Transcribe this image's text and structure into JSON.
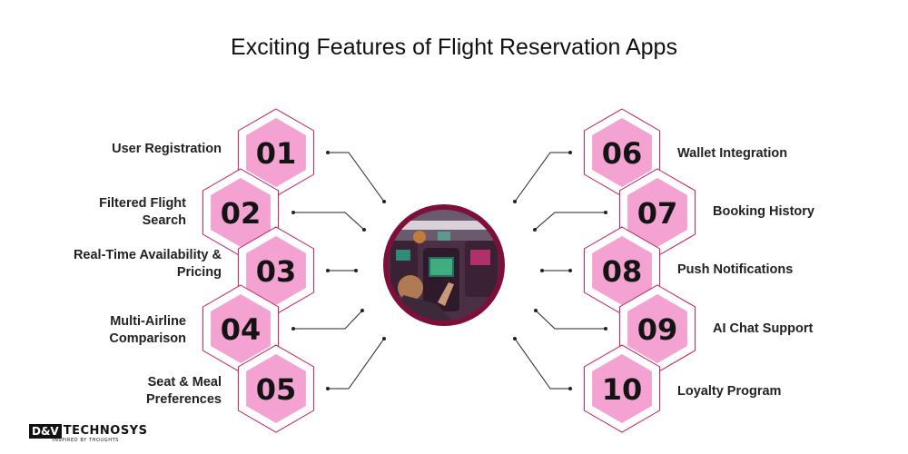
{
  "title": "Exciting Features of Flight Reservation Apps",
  "colors": {
    "hex_fill": "#f3a2d2",
    "hex_outline": "#c2185b",
    "photo_ring": "#7d0f3a",
    "connector": "#222222"
  },
  "features_left": [
    {
      "number": "01",
      "lines": [
        "User Registration"
      ]
    },
    {
      "number": "02",
      "lines": [
        "Filtered Flight",
        "Search"
      ]
    },
    {
      "number": "03",
      "lines": [
        "Real-Time Availability &",
        "Pricing"
      ]
    },
    {
      "number": "04",
      "lines": [
        "Multi-Airline",
        "Comparison"
      ]
    },
    {
      "number": "05",
      "lines": [
        "Seat & Meal",
        "Preferences"
      ]
    }
  ],
  "features_right": [
    {
      "number": "06",
      "lines": [
        "Wallet Integration"
      ]
    },
    {
      "number": "07",
      "lines": [
        "Booking History"
      ]
    },
    {
      "number": "08",
      "lines": [
        "Push Notifications"
      ]
    },
    {
      "number": "09",
      "lines": [
        "AI Chat Support"
      ]
    },
    {
      "number": "10",
      "lines": [
        "Loyalty Program"
      ]
    }
  ],
  "center_image": {
    "icon": "airplane-cabin-photo"
  },
  "logo": {
    "mark": "D&V",
    "name": "TECHNOSYS",
    "tagline": "INSPIRED BY THOUGHTS"
  }
}
